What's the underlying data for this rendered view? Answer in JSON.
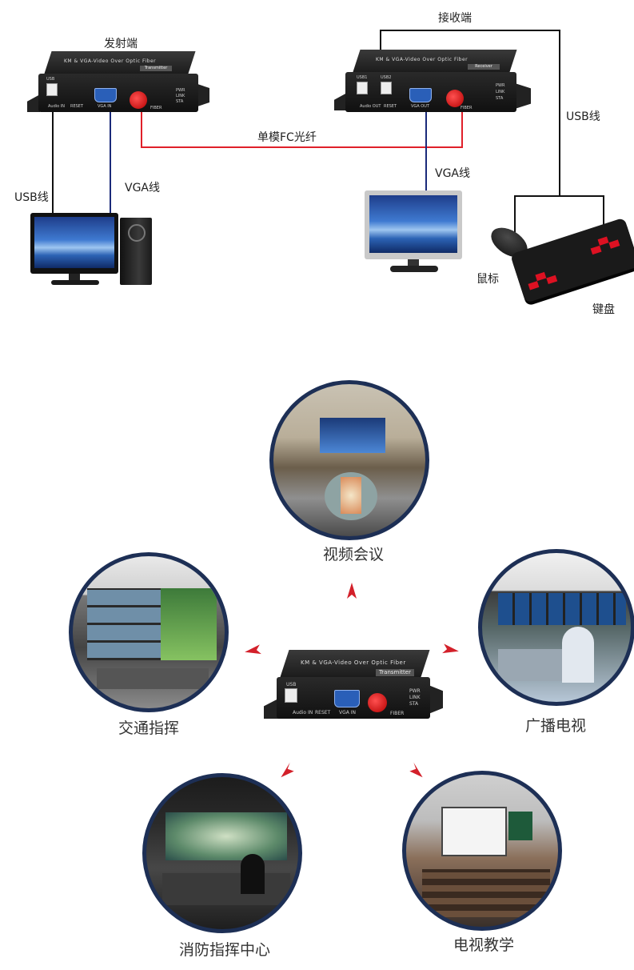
{
  "diagram": {
    "transmitter_label": "发射端",
    "receiver_label": "接收端",
    "fiber_label": "单模FC光纤",
    "usb_label_left": "USB线",
    "vga_label_left": "VGA线",
    "vga_label_right": "VGA线",
    "usb_label_right": "USB线",
    "mouse_label": "鼠标",
    "keyboard_label": "键盘",
    "device_title": "KM & VGA-Video Over Optic Fiber",
    "transmitter_badge": "Transmitter",
    "receiver_badge": "Receiver",
    "tx_ports": {
      "usb": "USB",
      "audio": "Audio IN",
      "reset": "RESET",
      "vga": "VGA IN",
      "fiber": "FIBER"
    },
    "rx_ports": {
      "usb1": "USB1",
      "usb2": "USB2",
      "audio": "Audio OUT",
      "reset": "RESET",
      "vga": "VGA OUT",
      "fiber": "FIBER"
    },
    "leds": {
      "pwr": "PWR",
      "link": "LINK",
      "sta": "STA"
    },
    "colors": {
      "fiber_line": "#e0202a",
      "vga_line": "#1a2a7a",
      "usb_line": "#111111",
      "circle_border": "#1d2f55",
      "arrow": "#d3202a"
    }
  },
  "applications": {
    "items": [
      {
        "label": "视频会议"
      },
      {
        "label": "交通指挥"
      },
      {
        "label": "广播电视"
      },
      {
        "label": "消防指挥中心"
      },
      {
        "label": "电视教学"
      }
    ],
    "center_device": {
      "title": "KM & VGA-Video Over Optic Fiber",
      "badge": "Transmitter",
      "ports": {
        "usb": "USB",
        "audio": "Audio IN",
        "reset": "RESET",
        "vga": "VGA IN",
        "fiber": "FIBER"
      },
      "leds": {
        "pwr": "PWR",
        "link": "LINK",
        "sta": "STA"
      }
    }
  }
}
